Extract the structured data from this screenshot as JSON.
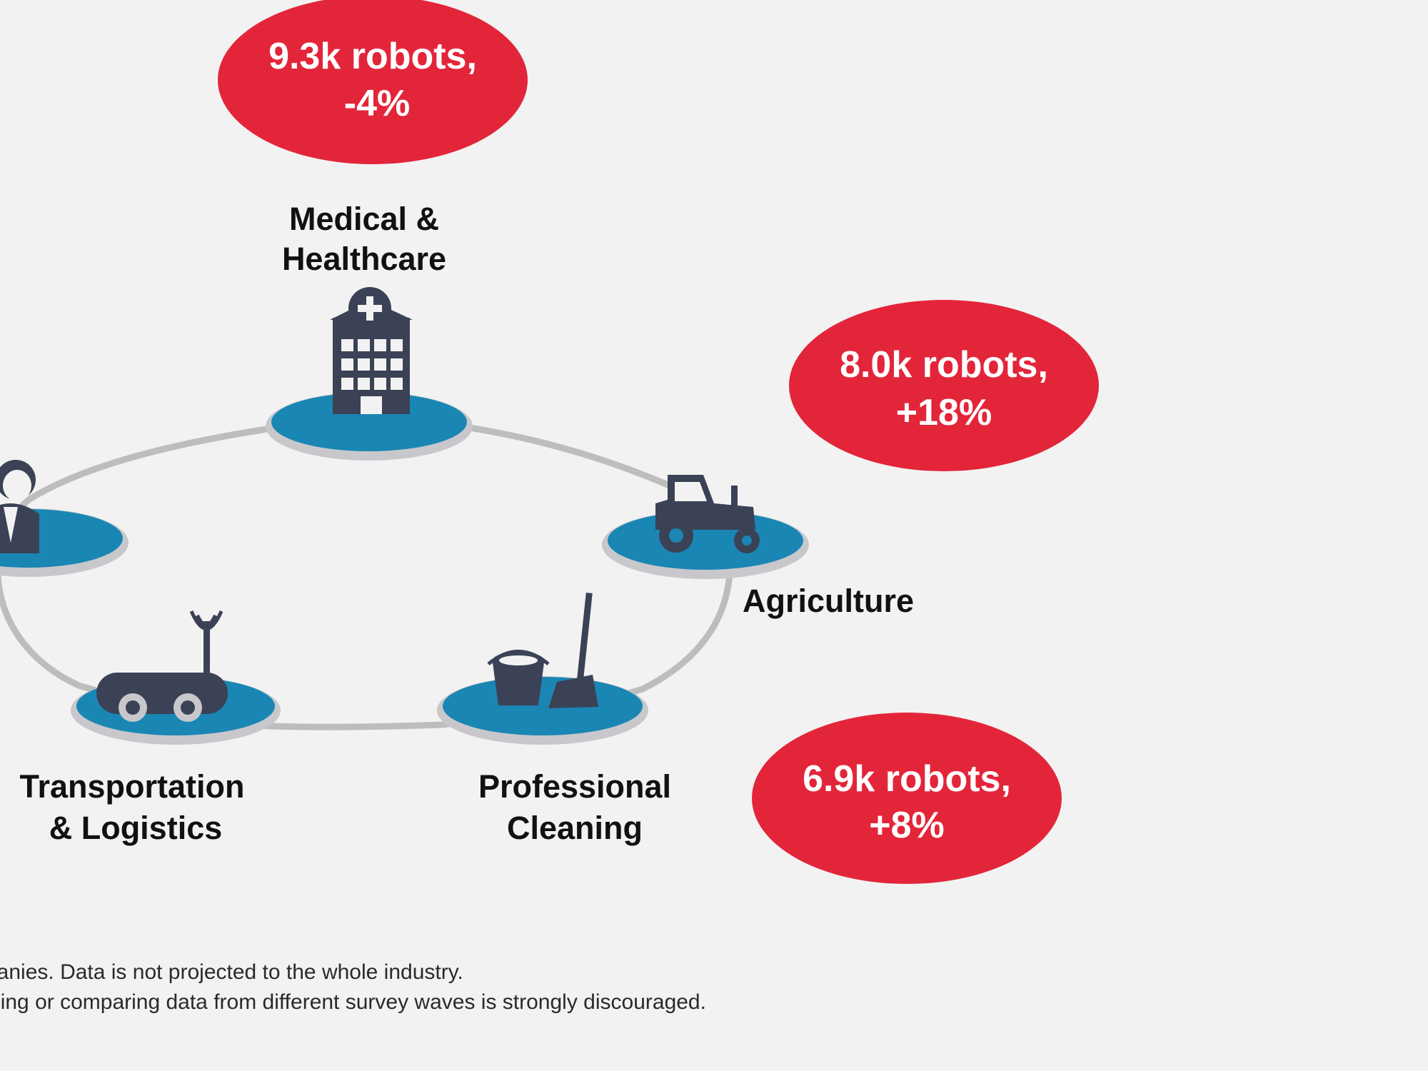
{
  "colors": {
    "bubble": "#e3253a",
    "platform": "#1a86b4",
    "platform_rim": "#c8c8cc",
    "ring": "#bdbdbd",
    "icon": "#3b4256",
    "background": "#f2f2f2"
  },
  "bubbles": [
    {
      "line1": "9.3k robots,",
      "line2": "-4%"
    },
    {
      "line1": "8.0k robots,",
      "line2": "+18%"
    },
    {
      "line1": "6.9k robots,",
      "line2": "+8%"
    }
  ],
  "segments": [
    {
      "line1": "Medical &",
      "line2": "Healthcare",
      "icon": "hospital-icon"
    },
    {
      "line1": "Agriculture",
      "line2": "",
      "icon": "tractor-icon"
    },
    {
      "line1": "Professional",
      "line2": "Cleaning",
      "icon": "bucket-mop-icon"
    },
    {
      "line1": "Transportation",
      "line2": "& Logistics",
      "icon": "mobile-robot-icon"
    },
    {
      "line1": "",
      "line2": "",
      "icon": "person-icon"
    }
  ],
  "footnotes": [
    "mpanies. Data is not projected to the whole industry.",
    "npiling or comparing data from different survey waves is strongly discouraged."
  ]
}
